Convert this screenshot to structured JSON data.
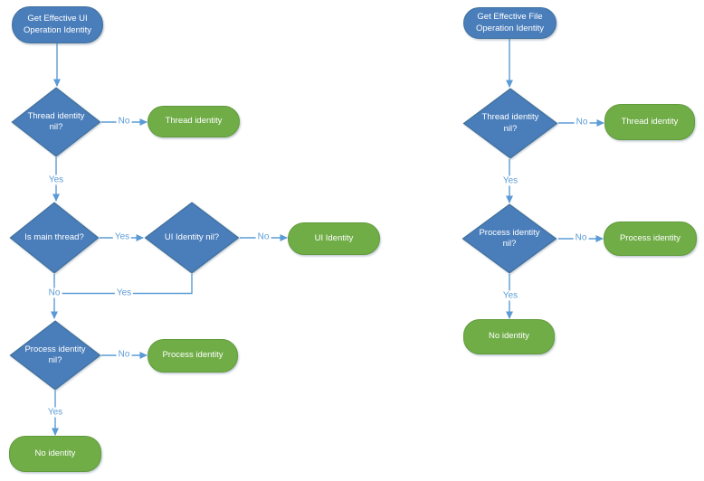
{
  "edge_yes": "Yes",
  "edge_no": "No",
  "left_chart": {
    "start": "Get Effective UI Operation Identity",
    "decision_thread": "Thread identity nil?",
    "decision_main_thread": "Is main thread?",
    "decision_ui": "UI Identity nil?",
    "decision_process": "Process identity nil?",
    "result_thread": "Thread identity",
    "result_ui": "UI Identity",
    "result_process": "Process identity",
    "result_none": "No identity"
  },
  "right_chart": {
    "start": "Get Effective File Operation Identity",
    "decision_thread": "Thread identity nil?",
    "decision_process": "Process identity nil?",
    "result_thread": "Thread identity",
    "result_process": "Process identity",
    "result_none": "No identity"
  },
  "colors": {
    "process_fill": "#4a7ebb",
    "process_border": "#41719c",
    "result_fill": "#70ad47",
    "result_border": "#619b3b",
    "connector": "#5b9bd5",
    "edge_label_text": "#5b9bd5",
    "node_text": "#ffffff"
  }
}
